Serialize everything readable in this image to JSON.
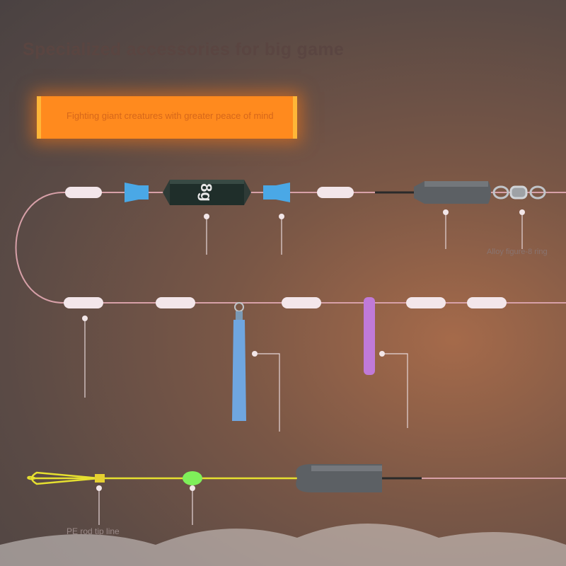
{
  "title": "Specialized accessories for big game",
  "banner": {
    "text": "Fighting giant creatures with greater peace of mind"
  },
  "labels": {
    "swivel": "Alloy figure-8 ring",
    "pe_line": "PE rod tip line"
  },
  "colors": {
    "banner": "#ff8a1e",
    "line": "#d7a0a8",
    "pe_line": "#e6e030",
    "bean": "#7fef5a",
    "float_blue": "#6fa6e0",
    "float_purple": "#c07ad8",
    "sinker": "#5c6064"
  },
  "icons": [
    "figure-8-swivel-icon",
    "sinker-icon",
    "bead-icon",
    "float-icon",
    "stopper-icon"
  ]
}
